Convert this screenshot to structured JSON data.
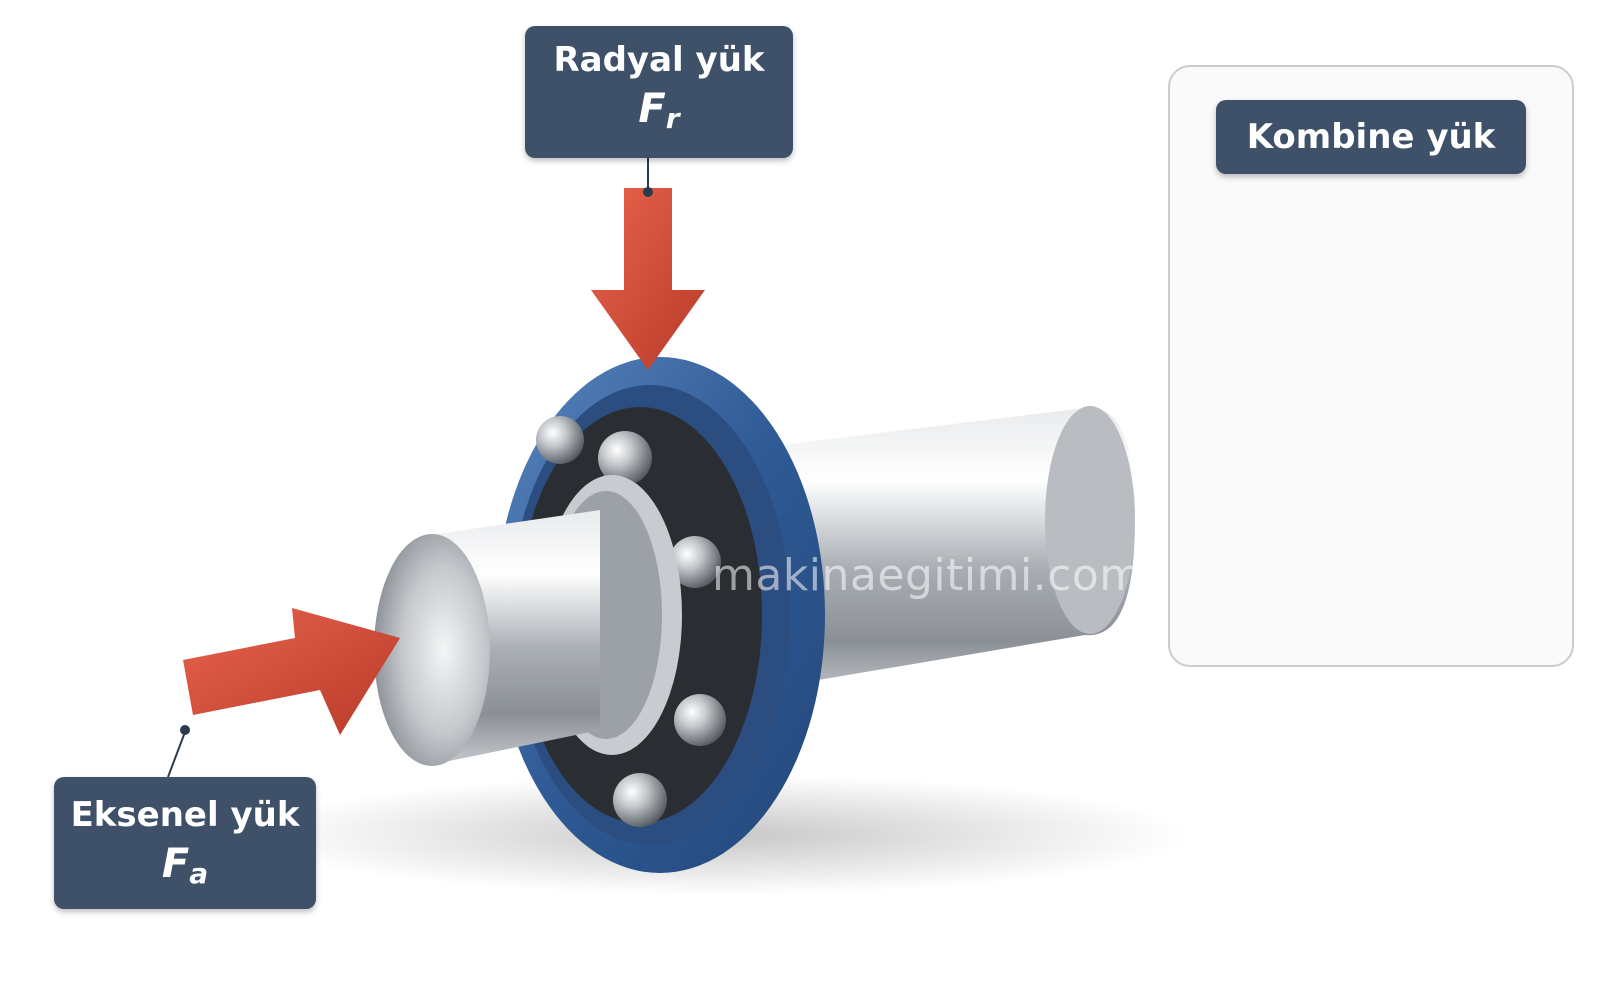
{
  "labels": {
    "radial": {
      "title": "Radyal yük",
      "symbol": "F",
      "subscript": "r"
    },
    "axial": {
      "title": "Eksenel yük",
      "symbol": "F",
      "subscript": "a"
    },
    "combined": {
      "title": "Kombine yük"
    }
  },
  "watermark": "makinaegitimi.com",
  "colors": {
    "label_bg": "#3e5168",
    "arrow": "#d9503c",
    "bearing_ring": "#3d6aa5",
    "shaft": "#b7bcc2"
  }
}
